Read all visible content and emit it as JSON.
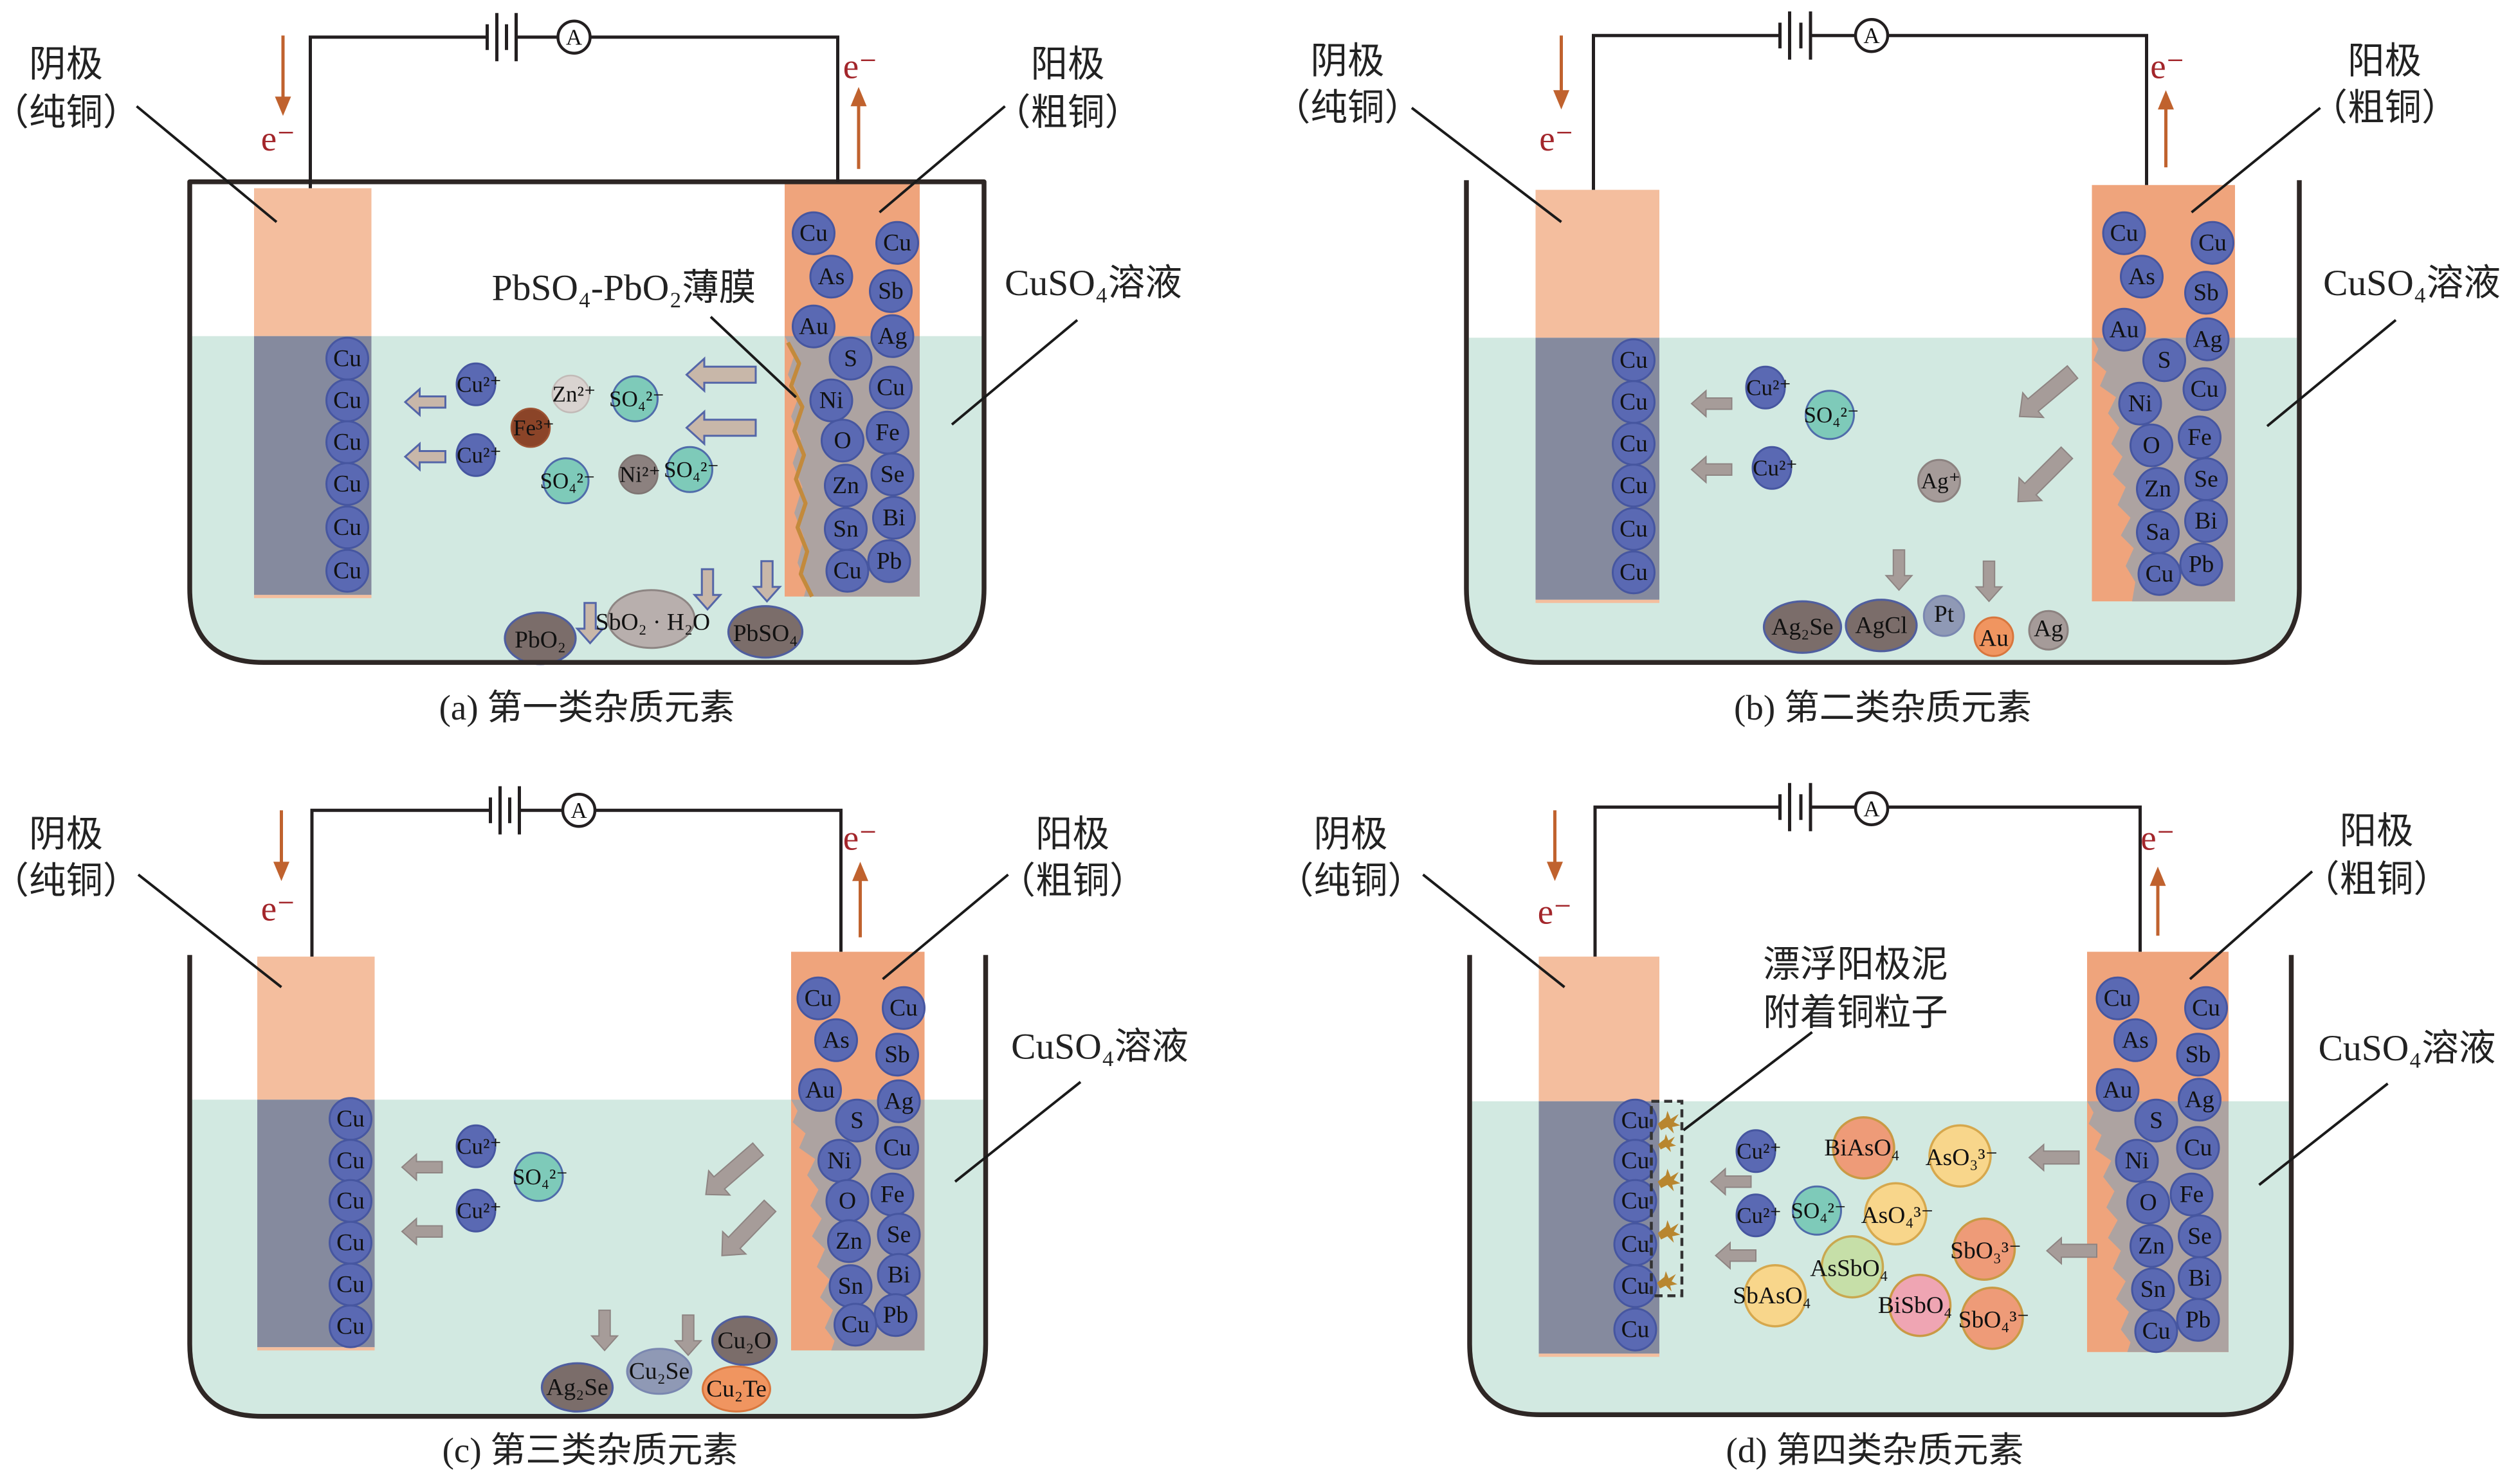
{
  "colors": {
    "solution": "#D2E9E1",
    "cathode_top": "#F4BE9E",
    "cathode_submerged": "#858A9E",
    "anode": "#EFA47C",
    "anode_residue": "#ADA3A1",
    "anode_film": "#C38A3C",
    "cu_atom": "#5A69B3",
    "sulfate_ion": "#7ECAB9",
    "electron_arrow": "#C0622E",
    "electron_label": "#A3262B",
    "migration_arrow_a": "#C8B7A9",
    "migration_arrow": "#A69C99"
  },
  "common": {
    "cathode_label": "阴极",
    "cathode_sublabel": "（纯铜）",
    "anode_label": "阳极",
    "anode_sublabel": "（粗铜）",
    "electron": "e⁻",
    "ammeter": "A",
    "solution_label": "CuSO₄溶液"
  },
  "panels": {
    "a": {
      "caption": "(a) 第一类杂质元素",
      "annotation": "PbSO₄-PbO₂薄膜",
      "cathode_atoms": [
        "Cu",
        "Cu",
        "Cu",
        "Cu",
        "Cu",
        "Cu"
      ],
      "anode_atoms": [
        "Cu",
        "Cu",
        "As",
        "Sb",
        "Au",
        "Ag",
        "S",
        "Cu",
        "Ni",
        "Fe",
        "O",
        "Se",
        "Zn",
        "Bi",
        "Sn",
        "Pb",
        "Cu"
      ],
      "dissolved_ions": [
        "Cu²⁺",
        "Cu²⁺",
        "Zn²⁺",
        "SO₄²⁻",
        "Fe³⁺",
        "SO₄²⁻",
        "Ni²⁺",
        "SO₄²⁻"
      ],
      "anode_slime": [
        "PbO₂",
        "SbO₂ · H₂O",
        "PbSO₄"
      ]
    },
    "b": {
      "caption": "(b) 第二类杂质元素",
      "cathode_atoms": [
        "Cu",
        "Cu",
        "Cu",
        "Cu",
        "Cu",
        "Cu"
      ],
      "anode_atoms": [
        "Cu",
        "Cu",
        "As",
        "Sb",
        "Au",
        "Ag",
        "S",
        "Cu",
        "Ni",
        "Fe",
        "O",
        "Se",
        "Zn",
        "Bi",
        "Sa",
        "Pb",
        "Cu"
      ],
      "dissolved_ions": [
        "Cu²⁺",
        "Cu²⁺",
        "SO₄²⁻",
        "Ag⁺"
      ],
      "anode_slime": [
        "Ag₂Se",
        "AgCl",
        "Pt",
        "Au",
        "Ag"
      ]
    },
    "c": {
      "caption": "(c) 第三类杂质元素",
      "cathode_atoms": [
        "Cu",
        "Cu",
        "Cu",
        "Cu",
        "Cu",
        "Cu"
      ],
      "anode_atoms": [
        "Cu",
        "Cu",
        "As",
        "Sb",
        "Au",
        "Ag",
        "S",
        "Cu",
        "Ni",
        "Fe",
        "O",
        "Se",
        "Zn",
        "Bi",
        "Sn",
        "Pb",
        "Cu"
      ],
      "dissolved_ions": [
        "Cu²⁺",
        "Cu²⁺",
        "SO₄²⁻"
      ],
      "anode_slime": [
        "Ag₂Se",
        "Cu₂Se",
        "Cu₂O",
        "Cu₂Te"
      ]
    },
    "d": {
      "caption": "(d) 第四类杂质元素",
      "annotation": [
        "漂浮阳极泥",
        "附着铜粒子"
      ],
      "cathode_atoms": [
        "Cu",
        "Cu",
        "Cu",
        "Cu",
        "Cu",
        "Cu"
      ],
      "anode_atoms": [
        "Cu",
        "Cu",
        "As",
        "Sb",
        "Au",
        "Ag",
        "S",
        "Cu",
        "Ni",
        "Fe",
        "O",
        "Se",
        "Zn",
        "Bi",
        "Sn",
        "Pb",
        "Cu"
      ],
      "dissolved_ions": [
        "Cu²⁺",
        "Cu²⁺",
        "SO₄²⁻",
        "AsO₃³⁻",
        "AsO₄³⁻",
        "SbO₃³⁻",
        "SbO₄³⁻"
      ],
      "floating_slime": [
        "BiAsO₄",
        "AsSbO₄",
        "SbAsO₄",
        "BiSbO₄"
      ]
    }
  }
}
